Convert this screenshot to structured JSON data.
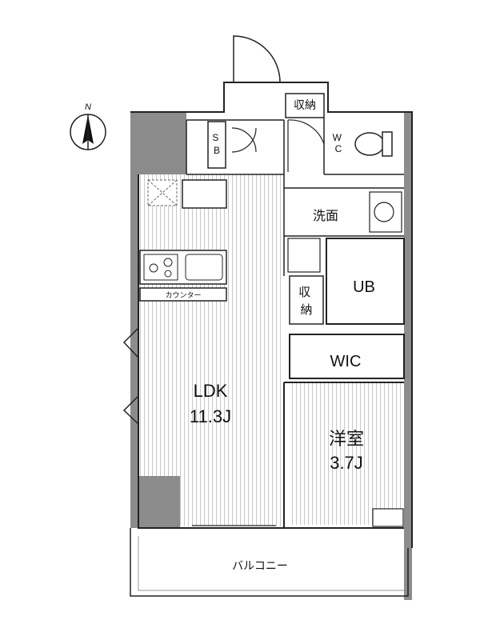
{
  "compass": {
    "letter": "N"
  },
  "rooms": {
    "ldk": {
      "name": "LDK",
      "size": "11.3J"
    },
    "western": {
      "name": "洋室",
      "size": "3.7J"
    },
    "ub": {
      "name": "UB"
    },
    "wic": {
      "name": "WIC"
    },
    "washroom": {
      "name": "洗面"
    },
    "storage_top": {
      "name": "収納"
    },
    "storage_mid": {
      "name": "収納"
    },
    "wc": {
      "name": "WC"
    },
    "sb": {
      "name": "SB"
    },
    "counter": {
      "name": "カウンター"
    },
    "balcony": {
      "name": "バルコニー"
    }
  }
}
